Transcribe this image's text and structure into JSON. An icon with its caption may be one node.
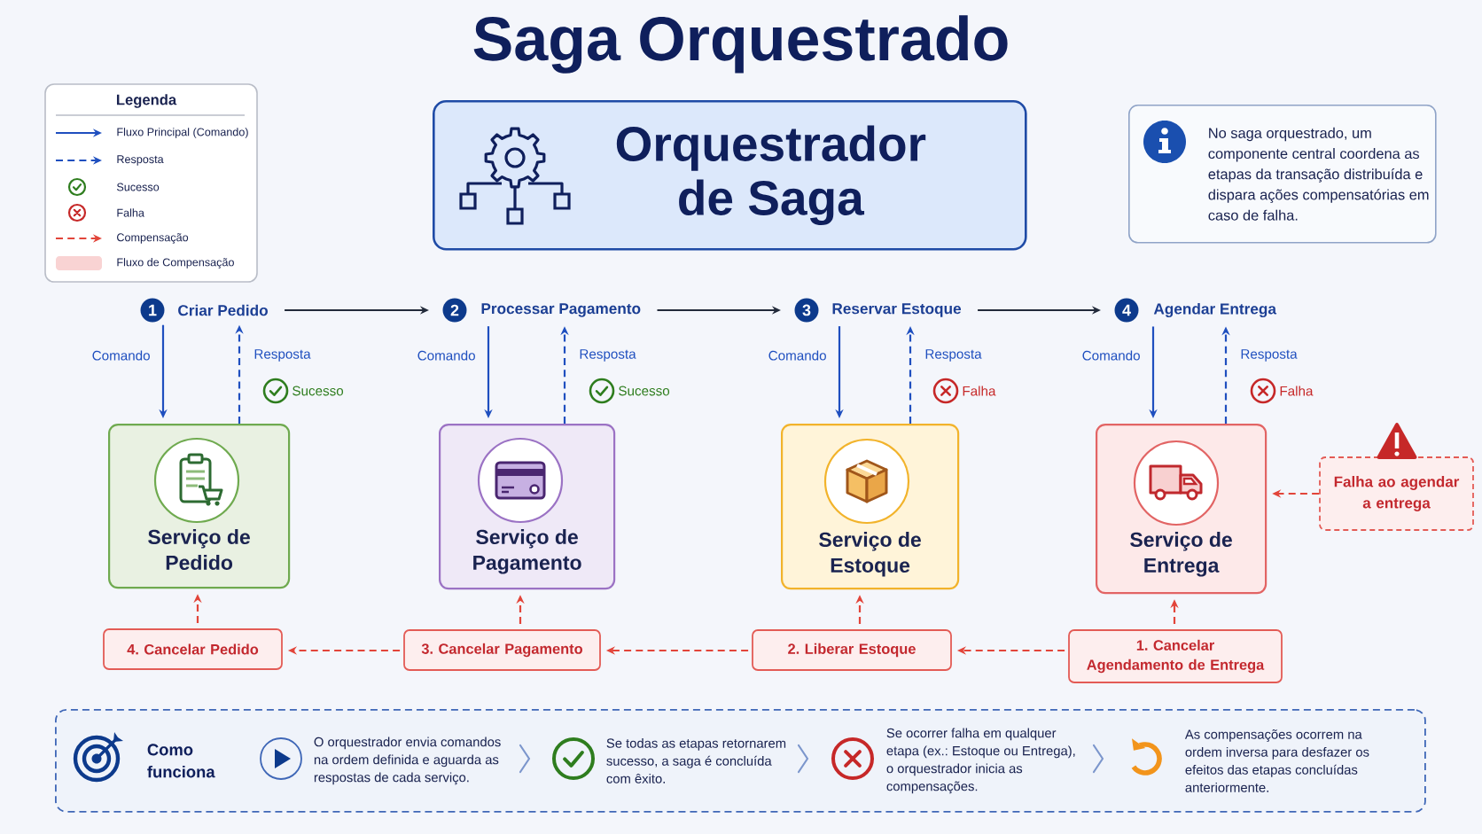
{
  "diagram": {
    "title": "Saga Orquestrado",
    "nodes": [
      {
        "text": [
          "Orquestrador de Saga"
        ]
      },
      {
        "text": [
          "No saga orquestrado, um componente central coordena as etapas da transação distribuída e dispara ações compensatórias em caso de falha."
        ]
      },
      {
        "text": [
          "1",
          "Criar Pedido"
        ]
      },
      {
        "text": [
          "2",
          "Processar Pagamento"
        ]
      },
      {
        "text": [
          "3",
          "Reservar Estoque"
        ]
      },
      {
        "text": [
          "4",
          "Agendar Entrega"
        ]
      },
      {
        "text": [
          "Serviço de Pedido"
        ]
      },
      {
        "text": [
          "Serviço de Pagamento"
        ]
      },
      {
        "text": [
          "Serviço de Estoque"
        ]
      },
      {
        "text": [
          "Serviço de Entrega"
        ]
      },
      {
        "text": [
          "Falha ao agendar a entrega"
        ]
      },
      {
        "text": [
          "4. Cancelar Pedido"
        ]
      },
      {
        "text": [
          "3. Cancelar Pagamento"
        ]
      },
      {
        "text": [
          "2. Liberar Estoque"
        ]
      },
      {
        "text": [
          "1. Cancelar Agendamento de Entrega"
        ]
      },
      {
        "text": [
          "Como funciona",
          "O orquestrador envia comandos na ordem definida e aguarda as respostas de cada serviço.",
          "Se todas as etapas retornarem sucesso, a saga é concluída com êxito.",
          "Se ocorrer falha em qualquer etapa (ex.: Estoque ou Entrega), o orquestrador inicia as compensações.",
          "As compensações ocorrem na ordem inversa para desfazer os efeitos das etapas concluídas anteriormente."
        ]
      }
    ],
    "edges": [
      {
        "from": 2,
        "to": 3,
        "arrow": "to",
        "color": "#222a3a"
      },
      {
        "from": 3,
        "to": 4,
        "arrow": "to",
        "color": "#222a3a"
      },
      {
        "from": 4,
        "to": 5,
        "arrow": "to",
        "color": "#222a3a"
      },
      {
        "from": 2,
        "to": 6,
        "arrow": "to",
        "label": "Comando",
        "color": "#1f4fbf"
      },
      {
        "from": 6,
        "to": 2,
        "arrow": "to",
        "label": "Resposta",
        "style": "dashed",
        "color": "#1f4fbf"
      },
      {
        "from": 3,
        "to": 7,
        "arrow": "to",
        "label": "Comando",
        "color": "#1f4fbf"
      },
      {
        "from": 7,
        "to": 3,
        "arrow": "to",
        "label": "Resposta",
        "style": "dashed",
        "color": "#1f4fbf"
      },
      {
        "from": 4,
        "to": 8,
        "arrow": "to",
        "label": "Comando",
        "color": "#1f4fbf"
      },
      {
        "from": 8,
        "to": 4,
        "arrow": "to",
        "label": "Resposta",
        "style": "dashed",
        "color": "#1f4fbf"
      },
      {
        "from": 5,
        "to": 9,
        "arrow": "to",
        "label": "Comando",
        "color": "#1f4fbf"
      },
      {
        "from": 9,
        "to": 5,
        "arrow": "to",
        "label": "Resposta",
        "style": "dashed",
        "color": "#1f4fbf"
      },
      {
        "from": 10,
        "to": 9,
        "arrow": "to",
        "style": "dashed",
        "color": "#e2453a"
      },
      {
        "from": 11,
        "to": 6,
        "arrow": "to",
        "style": "dashed",
        "color": "#e2453a"
      },
      {
        "from": 12,
        "to": 7,
        "arrow": "to",
        "style": "dashed",
        "color": "#e2453a"
      },
      {
        "from": 13,
        "to": 8,
        "arrow": "to",
        "style": "dashed",
        "color": "#e2453a"
      },
      {
        "from": 14,
        "to": 9,
        "arrow": "to",
        "style": "dashed",
        "color": "#e2453a"
      },
      {
        "from": 14,
        "to": 13,
        "arrow": "to",
        "style": "dashed",
        "color": "#e2453a"
      },
      {
        "from": 13,
        "to": 12,
        "arrow": "to",
        "style": "dashed",
        "color": "#e2453a"
      },
      {
        "from": 12,
        "to": 11,
        "arrow": "to",
        "style": "dashed",
        "color": "#e2453a"
      }
    ],
    "labels": [
      "Legenda",
      "Sucesso",
      "Sucesso",
      "Falha",
      "Falha"
    ],
    "legend": [
      {
        "text": "Fluxo Principal (Comando)"
      },
      {
        "text": "Resposta"
      },
      {
        "text": "Sucesso"
      },
      {
        "text": "Falha"
      },
      {
        "text": "Compensação"
      },
      {
        "text": "Fluxo de Compensação",
        "color": "#f9d3d3"
      }
    ]
  }
}
